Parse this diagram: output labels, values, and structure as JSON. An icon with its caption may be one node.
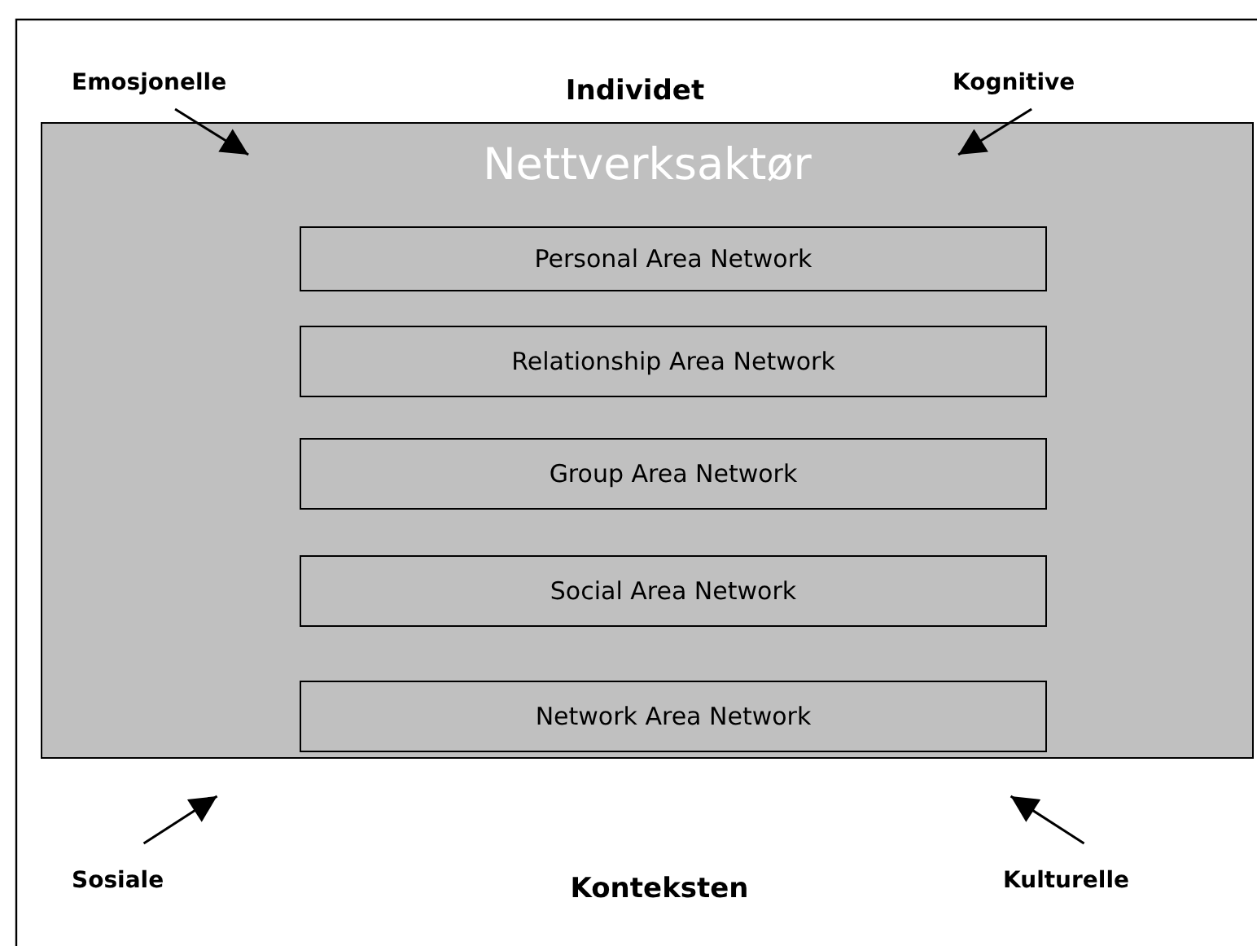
{
  "diagram": {
    "nodes": [
      {
        "text": [
          "Nettverksaktør"
        ]
      },
      {
        "text": [
          "Personal Area Network"
        ],
        "in": 0
      },
      {
        "text": [
          "Relationship Area Network"
        ],
        "in": 0
      },
      {
        "text": [
          "Group Area Network"
        ],
        "in": 0
      },
      {
        "text": [
          "Social Area Network"
        ],
        "in": 0
      },
      {
        "text": [
          "Network Area Network"
        ],
        "in": 0
      },
      {
        "text": [
          "Emosjonelle"
        ]
      },
      {
        "text": [
          "Kognitive"
        ]
      },
      {
        "text": [
          "Sosiale"
        ]
      },
      {
        "text": [
          "Kulturelle"
        ]
      }
    ],
    "edges": [
      {
        "from": 6,
        "to": 0,
        "arrow": "to"
      },
      {
        "from": 7,
        "to": 0,
        "arrow": "to"
      },
      {
        "from": 8,
        "to": 0,
        "arrow": "to"
      },
      {
        "from": 9,
        "to": 0,
        "arrow": "to"
      }
    ],
    "labels": [
      "Individet",
      "Konteksten"
    ]
  }
}
